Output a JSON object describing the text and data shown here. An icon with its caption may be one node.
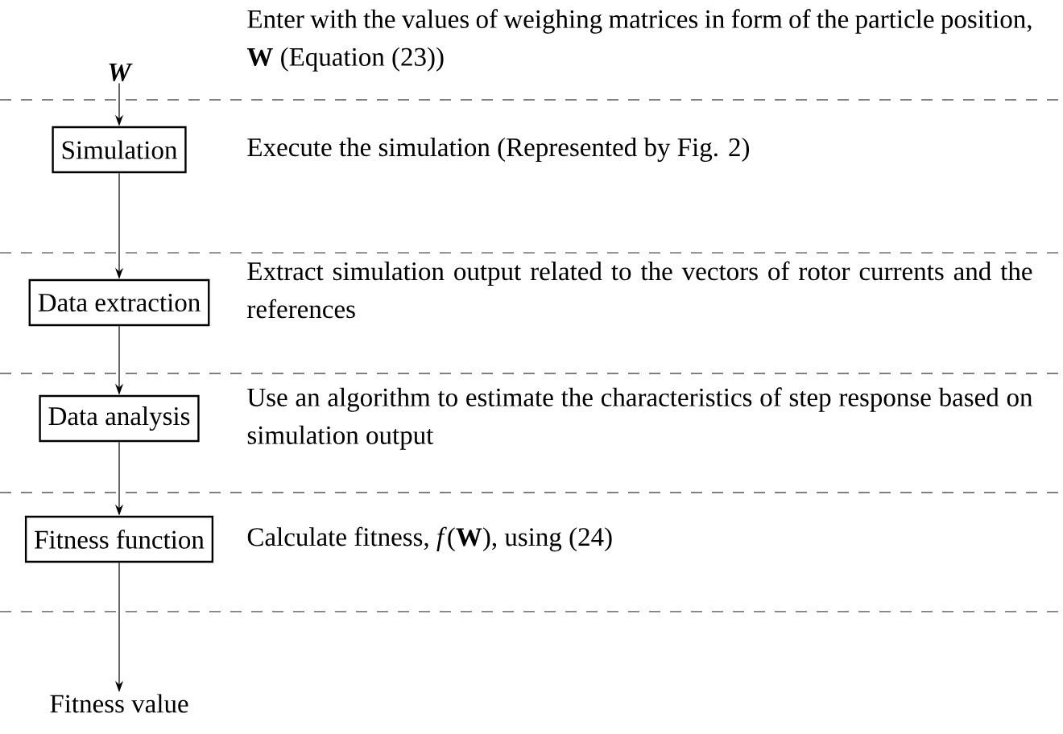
{
  "diagram": {
    "nodes": [
      {
        "text": [
          "W"
        ]
      },
      {
        "text": [
          "Simulation"
        ]
      },
      {
        "text": [
          "Data extraction"
        ]
      },
      {
        "text": [
          "Data analysis"
        ]
      },
      {
        "text": [
          "Fitness function"
        ]
      },
      {
        "text": [
          "Fitness value"
        ]
      }
    ],
    "edges": [
      {
        "from": 0,
        "to": 1,
        "arrow": "to"
      },
      {
        "from": 1,
        "to": 2,
        "arrow": "to"
      },
      {
        "from": 2,
        "to": 3,
        "arrow": "to"
      },
      {
        "from": 3,
        "to": 4,
        "arrow": "to"
      },
      {
        "from": 4,
        "to": 5,
        "arrow": "to"
      }
    ],
    "labels": [
      "Enter with the values of weighing matrices in form of the particle position, **W** (Equation (23))",
      "Execute the simulation (Represented by Fig. 2)",
      "Extract simulation output related to the vectors of rotor currents and the references",
      "Use an algorithm to estimate the characteristics of step response based on simulation output",
      "Calculate fitness, *f*(**W**), using (24)"
    ]
  }
}
